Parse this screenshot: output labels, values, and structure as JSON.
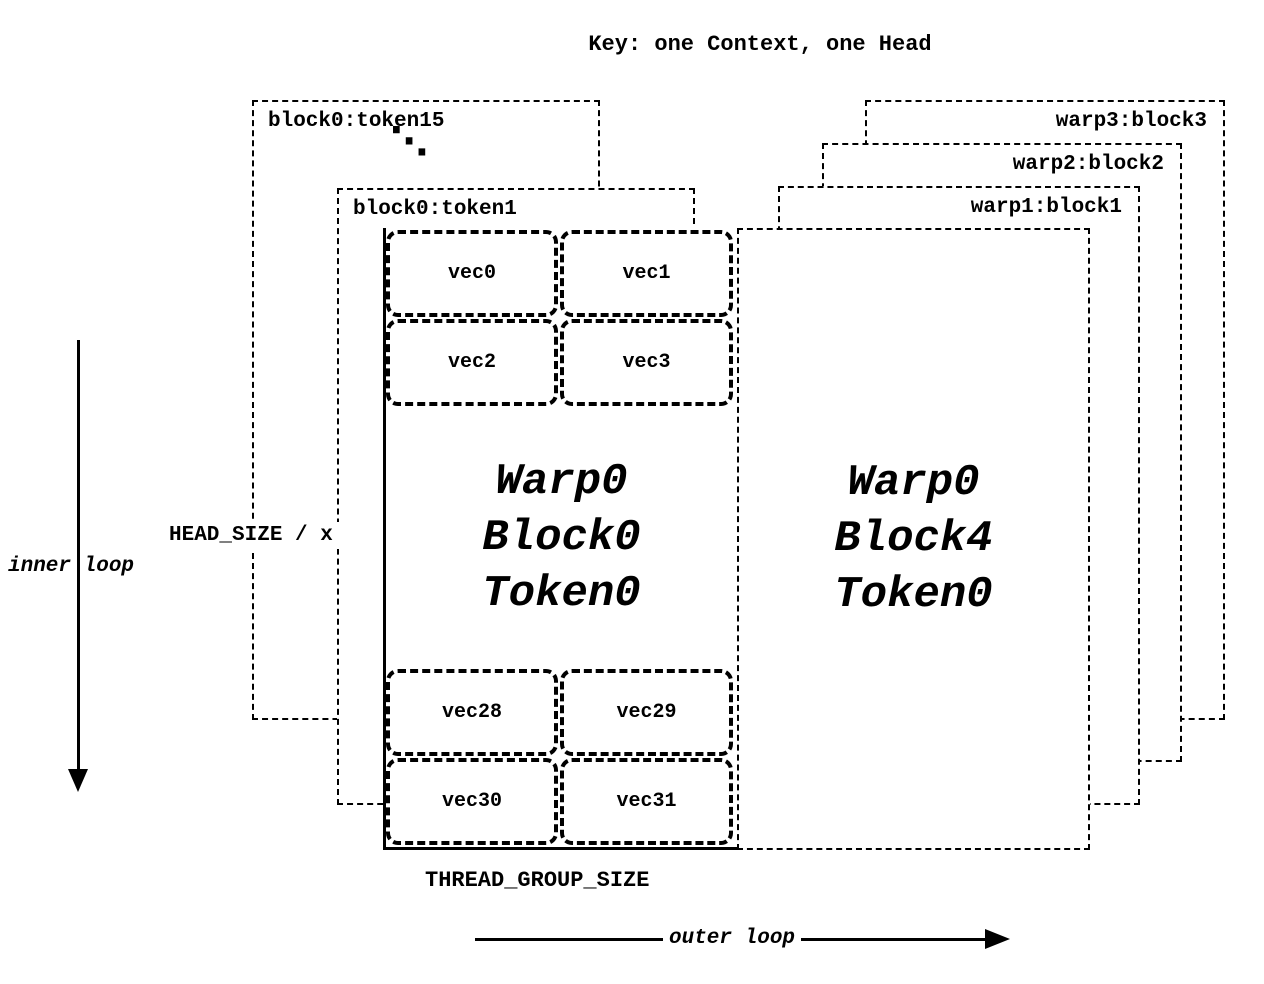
{
  "title": "Key: one Context, one Head",
  "left_stack": {
    "back_label": "block0:token15",
    "ellipsis": "⋱",
    "front_label": "block0:token1"
  },
  "right_stack": {
    "labels": [
      "warp3:block3",
      "warp2:block2",
      "warp1:block1"
    ]
  },
  "main_block": {
    "lines": [
      "Warp0",
      "Block0",
      "Token0"
    ],
    "top_vecs": [
      "vec0",
      "vec1",
      "vec2",
      "vec3"
    ],
    "bottom_vecs": [
      "vec28",
      "vec29",
      "vec30",
      "vec31"
    ]
  },
  "right_block": {
    "lines": [
      "Warp0",
      "Block4",
      "Token0"
    ]
  },
  "labels": {
    "head_size": "HEAD_SIZE / x",
    "thread_group_size": "THREAD_GROUP_SIZE",
    "inner_loop": "inner loop",
    "outer_loop": "outer loop"
  }
}
